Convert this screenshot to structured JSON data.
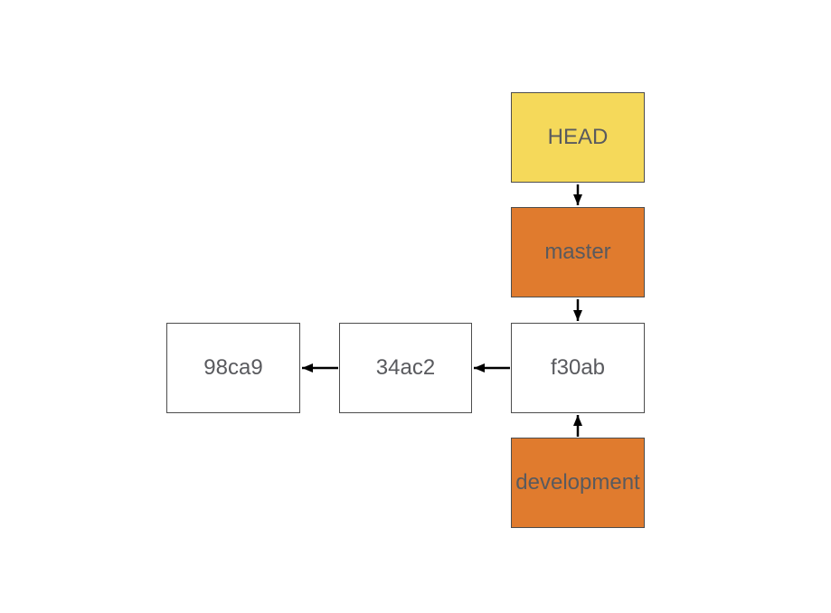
{
  "diagram": {
    "type": "git-commit-branch-graph",
    "background": "#ffffff",
    "nodes": {
      "head": {
        "label": "HEAD",
        "kind": "pointer",
        "fill": "#f5d95a"
      },
      "master": {
        "label": "master",
        "kind": "branch",
        "fill": "#e07b2e"
      },
      "f30ab": {
        "label": "f30ab",
        "kind": "commit",
        "fill": "#ffffff"
      },
      "development": {
        "label": "development",
        "kind": "branch",
        "fill": "#e07b2e"
      },
      "c34ac2": {
        "label": "34ac2",
        "kind": "commit",
        "fill": "#ffffff"
      },
      "c98ca9": {
        "label": "98ca9",
        "kind": "commit",
        "fill": "#ffffff"
      }
    },
    "edges": [
      {
        "from": "HEAD",
        "to": "master",
        "direction": "down"
      },
      {
        "from": "master",
        "to": "f30ab",
        "direction": "down"
      },
      {
        "from": "f30ab",
        "to": "34ac2",
        "direction": "left"
      },
      {
        "from": "34ac2",
        "to": "98ca9",
        "direction": "left"
      },
      {
        "from": "development",
        "to": "f30ab",
        "direction": "up"
      }
    ],
    "colors": {
      "pointer_fill": "#f5d95a",
      "branch_fill": "#e07b2e",
      "commit_fill": "#ffffff",
      "node_border": "#4d4d4d",
      "label_text": "#595a5e",
      "arrow": "#000000"
    }
  }
}
